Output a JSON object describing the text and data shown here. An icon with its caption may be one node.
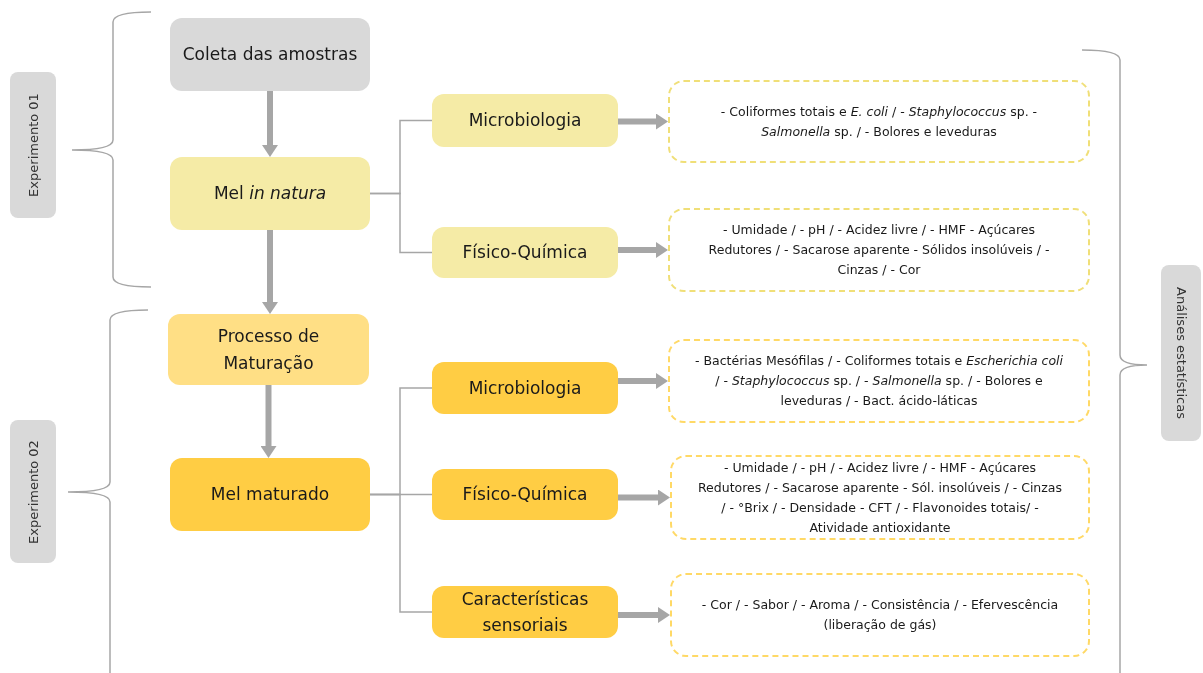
{
  "diagram": {
    "nodes": [
      {
        "text": [
          "Experimento 01"
        ]
      },
      {
        "text": [
          "Experimento 02"
        ]
      },
      {
        "text": [
          "Coleta das amostras"
        ]
      },
      {
        "text": [
          "Mel *in natura*"
        ]
      },
      {
        "text": [
          "Microbiologia"
        ]
      },
      {
        "text": [
          "Físico-Química"
        ]
      },
      {
        "text": [
          "- Coliformes totais e *E. coli* / - *Staphylococcus* sp. - *Salmonella* sp. / - Bolores e leveduras"
        ]
      },
      {
        "text": [
          "- Umidade / - pH / - Acidez livre / - HMF - Açúcares Redutores / - Sacarose aparente - Sólidos insolúveis / - Cinzas / - Cor"
        ]
      },
      {
        "text": [
          "Processo de Maturação"
        ]
      },
      {
        "text": [
          "Mel maturado"
        ]
      },
      {
        "text": [
          "Microbiologia"
        ]
      },
      {
        "text": [
          "Físico-Química"
        ]
      },
      {
        "text": [
          "Características sensoriais"
        ]
      },
      {
        "text": [
          "- Bactérias Mesófilas / - Coliformes totais e *Escherichia coli* / - *Staphylococcus* sp. / - *Salmonella* sp. / - Bolores e leveduras / - Bact. ácido-láticas"
        ]
      },
      {
        "text": [
          "- Umidade / - pH / - Acidez livre / - HMF - Açúcares Redutores / - Sacarose aparente - Sól. insolúveis / - Cinzas / - °Brix / - Densidade - CFT / - Flavonoides totais/ - Atividade antioxidante"
        ]
      },
      {
        "text": [
          "- Cor / - Sabor / - Aroma / - Consistência / - Efervescência (liberação de gás)"
        ]
      },
      {
        "text": [
          "Análises estatísticas"
        ]
      }
    ],
    "edges": [
      {
        "from": 2,
        "to": 3,
        "arrow": "to"
      },
      {
        "from": 3,
        "to": 8,
        "arrow": "to"
      },
      {
        "from": 8,
        "to": 9,
        "arrow": "to"
      },
      {
        "from": 3,
        "to": 4,
        "arrow": "none"
      },
      {
        "from": 3,
        "to": 5,
        "arrow": "none"
      },
      {
        "from": 4,
        "to": 6,
        "arrow": "to"
      },
      {
        "from": 5,
        "to": 7,
        "arrow": "to"
      },
      {
        "from": 9,
        "to": 10,
        "arrow": "none"
      },
      {
        "from": 9,
        "to": 11,
        "arrow": "none"
      },
      {
        "from": 9,
        "to": 12,
        "arrow": "none"
      },
      {
        "from": 10,
        "to": 13,
        "arrow": "to"
      },
      {
        "from": 11,
        "to": 14,
        "arrow": "to"
      },
      {
        "from": 12,
        "to": 15,
        "arrow": "to"
      }
    ]
  }
}
